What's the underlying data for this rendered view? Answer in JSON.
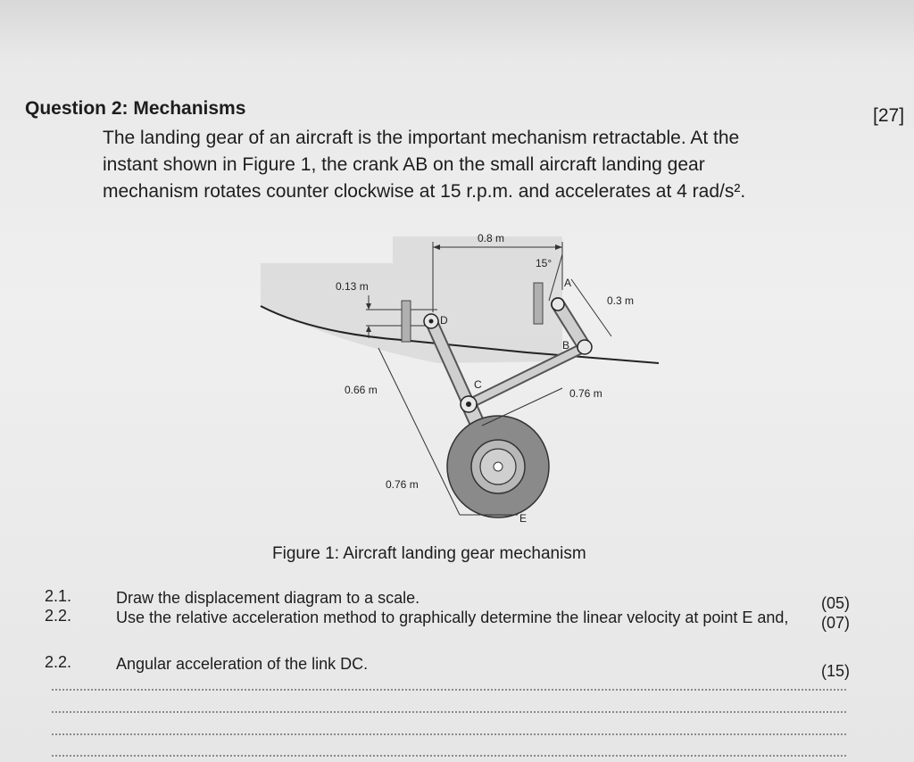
{
  "question": {
    "title": "Question 2: Mechanisms",
    "marks": "[27]",
    "intro_lines": [
      "The landing gear of an aircraft is the important mechanism retractable. At the",
      "instant shown in Figure 1, the crank AB on the small aircraft landing gear",
      "mechanism rotates counter clockwise at 15 r.p.m. and accelerates at 4 rad/s²."
    ]
  },
  "figure": {
    "caption": "Figure 1: Aircraft landing gear mechanism",
    "labels": {
      "dim_0_8": "0.8 m",
      "angle": "15°",
      "dim_0_13": "0.13 m",
      "dim_0_3": "0.3 m",
      "dim_0_66": "0.66 m",
      "dim_0_76_bc": "0.76 m",
      "dim_0_76_de": "0.76 m",
      "pt_A": "A",
      "pt_B": "B",
      "pt_C": "C",
      "pt_D": "D",
      "pt_E": "E"
    }
  },
  "tasks": [
    {
      "num": "2.1.",
      "text": "Draw the displacement diagram to a scale.",
      "marks": "(05)"
    },
    {
      "num": "2.2.",
      "text": "Use the relative acceleration method to graphically determine the linear velocity at point E and,",
      "marks": "(07)"
    },
    {
      "num": "2.2.",
      "text": "Angular acceleration of the link DC.",
      "marks": "(15)"
    }
  ]
}
